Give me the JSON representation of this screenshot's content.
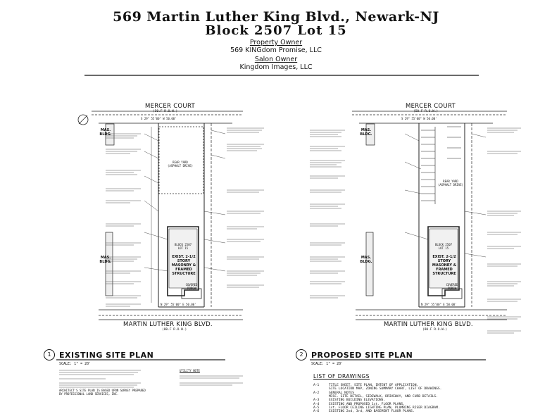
{
  "header": {
    "address": "569 Martin Luther King Blvd., Newark-NJ",
    "block_lot": "Block 2507   Lot 15",
    "owner_label": "Property Owner",
    "owner_name": "569 KINGdom Promise, LLC",
    "salon_label": "Salon Owner",
    "salon_name": "Kingdom Images, LLC"
  },
  "plans": {
    "left": {
      "number": "1",
      "title": "EXISTING SITE PLAN",
      "scale": "SCALE: 1\" = 20'",
      "top_street": "MERCER COURT",
      "top_street_sub": "(50.F R.O.W.)",
      "bottom_street": "MARTIN LUTHER KING BLVD.",
      "bottom_street_sub": "(80.F R.O.W.)",
      "building": "EXIST. 2-1/2 STORY MASONRY & FRAMED STRUCTURE",
      "block": "BLOCK 2507 LOT 15",
      "mas_bldg": "MAS. BLDG.",
      "covered_porch": "COVERED PORCH",
      "bearing_top": "S 29° 55'00\" W  50.00'",
      "bearing_bottom": "N 29° 55'00\" E  50.00'",
      "yard": "REAR YARD (ASPHALT DRIVE)"
    },
    "right": {
      "number": "2",
      "title": "PROPOSED SITE PLAN",
      "scale": "SCALE: 1\" = 20'",
      "top_street": "MERCER COURT",
      "top_street_sub": "(50.F R.O.W.)",
      "bottom_street": "MARTIN LUTHER KING BLVD.",
      "bottom_street_sub": "(80.F R.O.W.)",
      "building": "EXIST. 2-1/2 STORY MASONRY & FRAMED STRUCTURE",
      "block": "BLOCK 2507 LOT 15",
      "mas_bldg": "MAS. BLDG.",
      "covered_porch": "COVERED PORCH",
      "bearing_top": "S 29° 55'00\" W  50.00'",
      "bearing_bottom": "N 29° 55'00\" E  50.00'",
      "yard": "REAR YARD (ASPHALT DRIVE)"
    }
  },
  "drawings": {
    "heading": "LIST OF DRAWINGS",
    "items": [
      {
        "code": "A-1",
        "desc": "TITLE SHEET, SITE PLAN, INTENT OF APPLICATION,"
      },
      {
        "code": "",
        "desc": "SITE LOCATION MAP, ZONING SUMMARY CHART, LIST OF DRAWINGS."
      },
      {
        "code": "A-2",
        "desc": "GENERAL NOTES"
      },
      {
        "code": "",
        "desc": "MISC. SITE DETAIL, SIDEWALK, DRIVEWAY, AND CURB DETAILS."
      },
      {
        "code": "A-3",
        "desc": "EXISTING BUILDING ELEVATIONS."
      },
      {
        "code": "A-4",
        "desc": "EXISTING AND PROPOSED 1st. FLOOR PLANS."
      },
      {
        "code": "A-5",
        "desc": "1st. FLOOR CEILING LIGHTING PLAN, PLUMBING RISER DIAGRAM."
      },
      {
        "code": "A-6",
        "desc": "EXISTING 2nd, 3rd, AND BASEMENT FLOOR PLANS."
      }
    ]
  },
  "notes_left": "ARCHITECT'S SITE PLAN IS BASED UPON SURVEY PREPARED BY PROFESSIONAL LAND SERVICES, INC.",
  "util_note": "UTILITY NOTE"
}
